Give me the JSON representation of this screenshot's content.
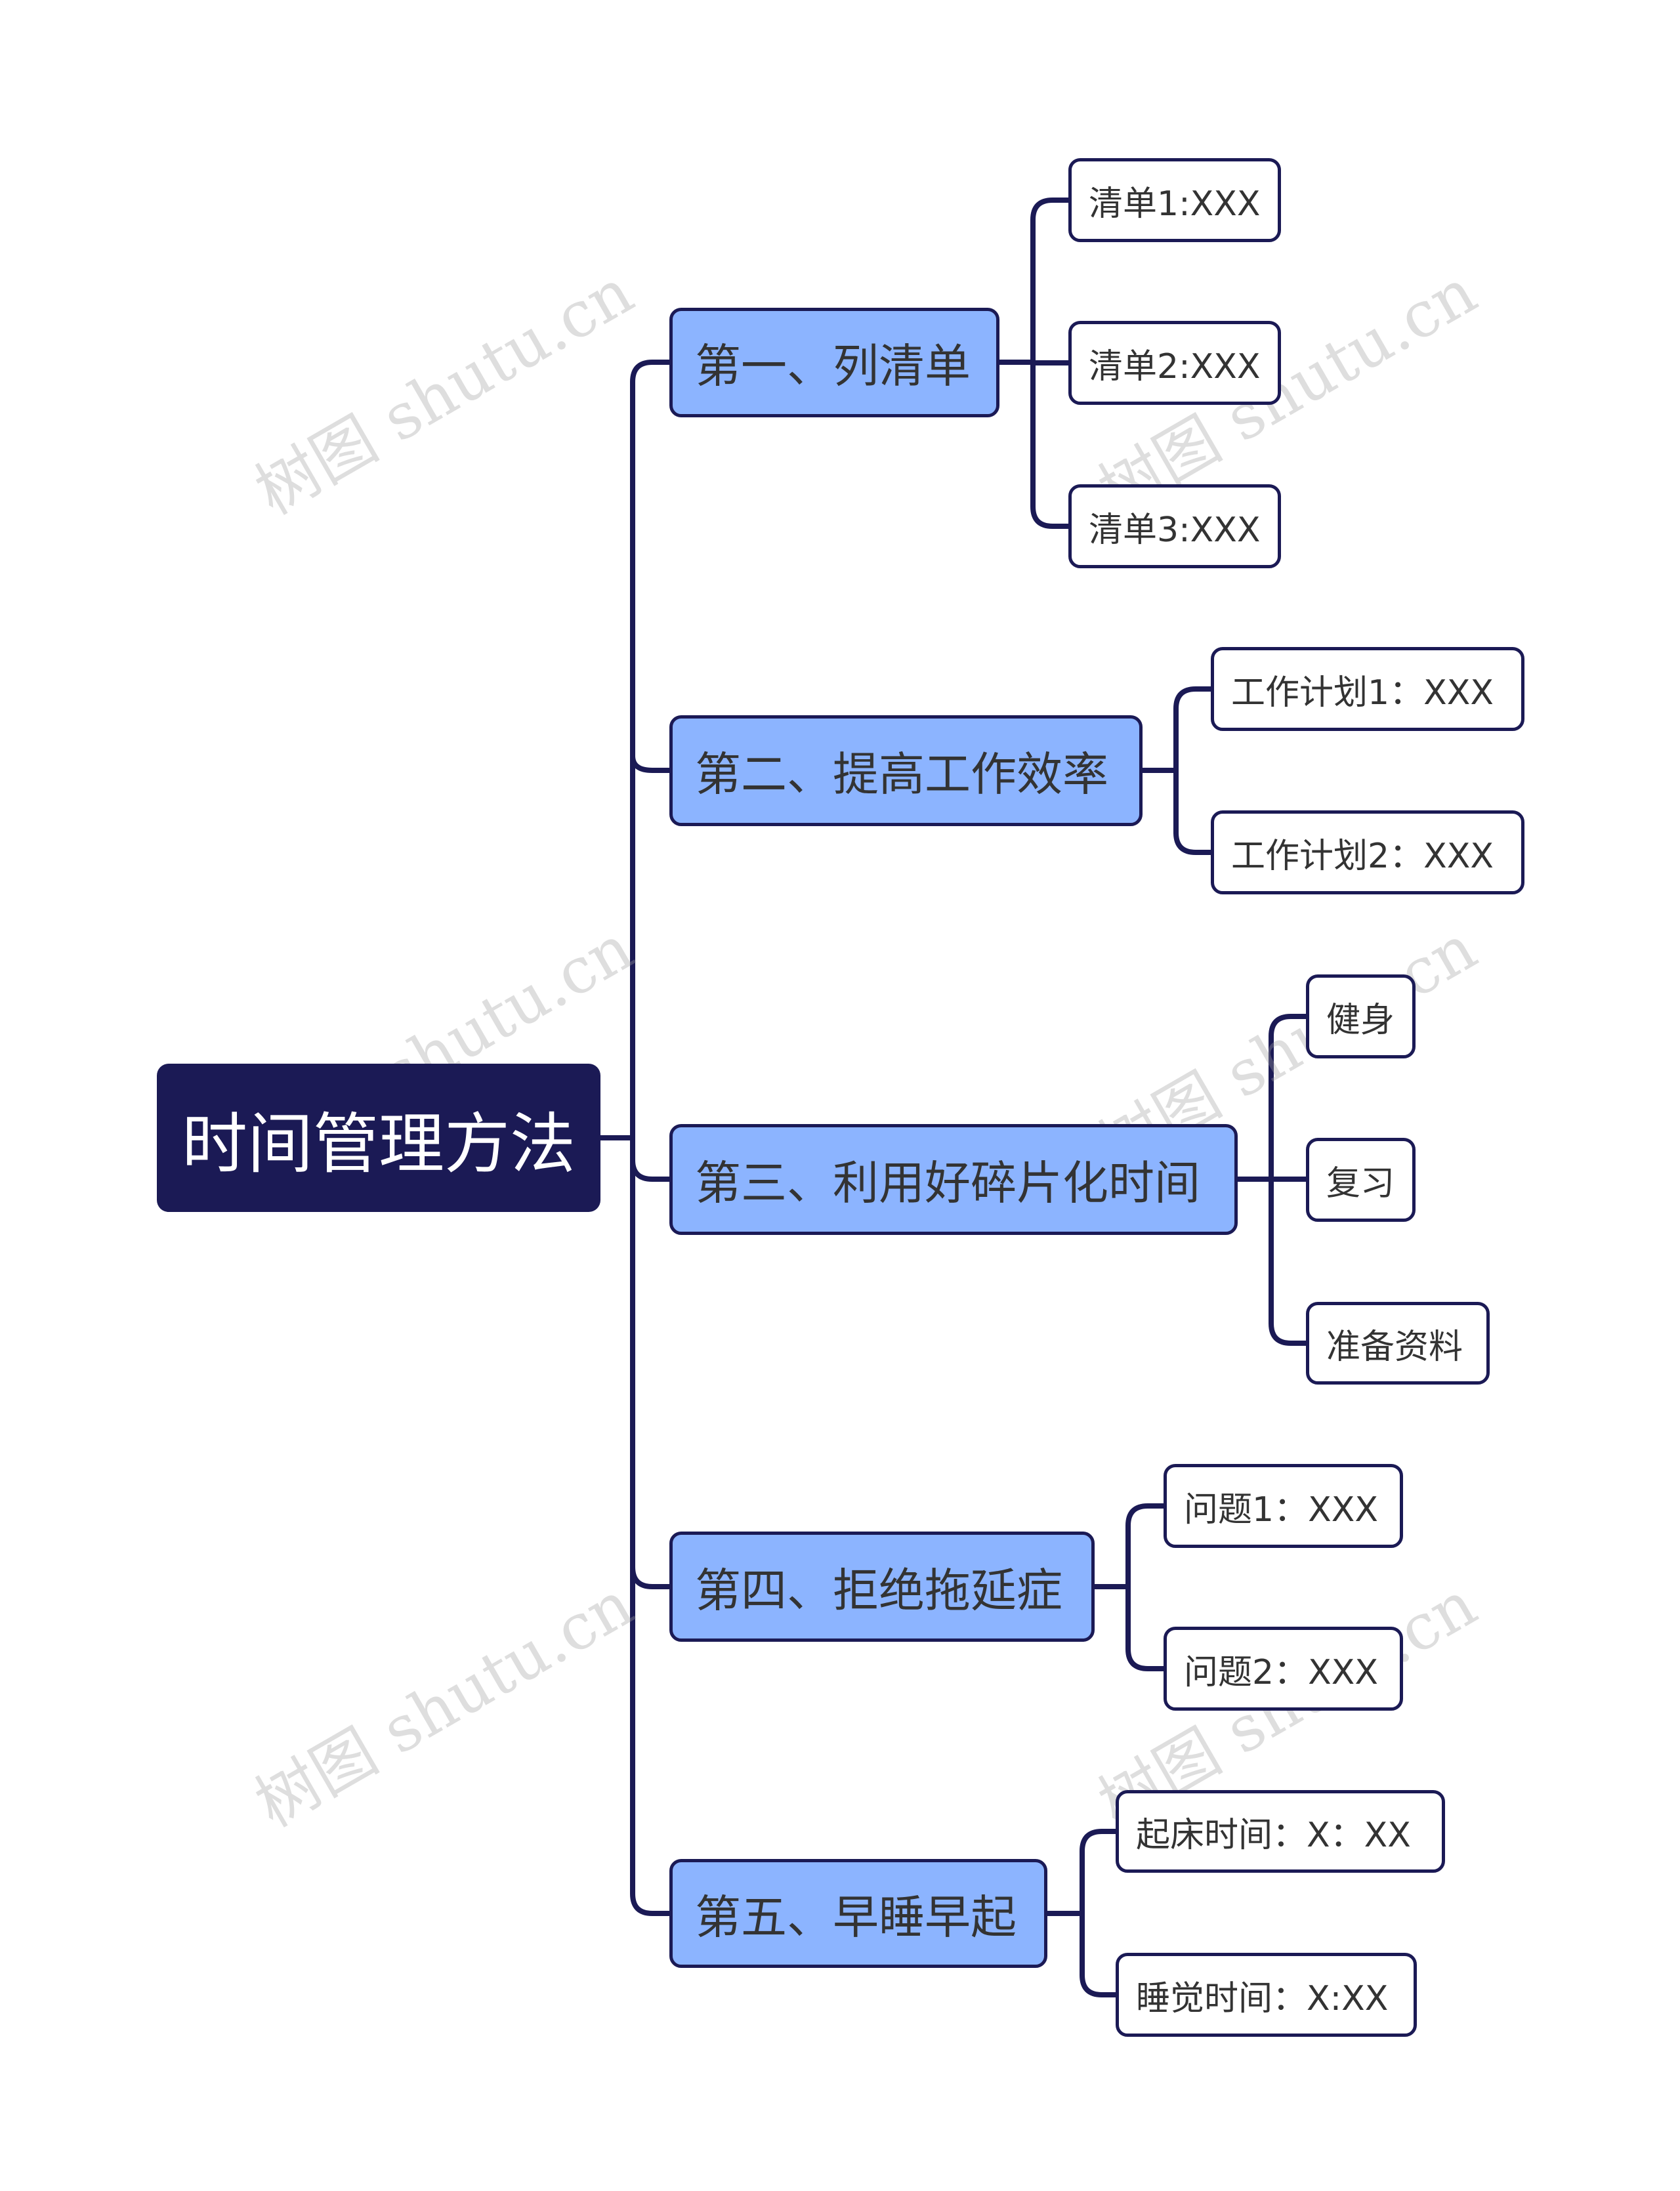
{
  "root": {
    "label": "时间管理方法"
  },
  "branches": [
    {
      "label": "第一、列清单",
      "children": [
        "清单1:XXX",
        "清单2:XXX",
        "清单3:XXX"
      ]
    },
    {
      "label": "第二、提高工作效率",
      "children": [
        "工作计划1：XXX",
        "工作计划2：XXX"
      ]
    },
    {
      "label": "第三、利用好碎片化时间",
      "children": [
        "健身",
        "复习",
        "准备资料"
      ]
    },
    {
      "label": "第四、拒绝拖延症",
      "children": [
        "问题1：XXX",
        "问题2：XXX"
      ]
    },
    {
      "label": "第五、早睡早起",
      "children": [
        "起床时间：X：XX",
        "睡觉时间：X:XX"
      ]
    }
  ],
  "watermark": "树图 shutu.cn",
  "colors": {
    "root": "#1b1a55",
    "branch": "#8cb4ff",
    "line": "#1b1a55"
  }
}
